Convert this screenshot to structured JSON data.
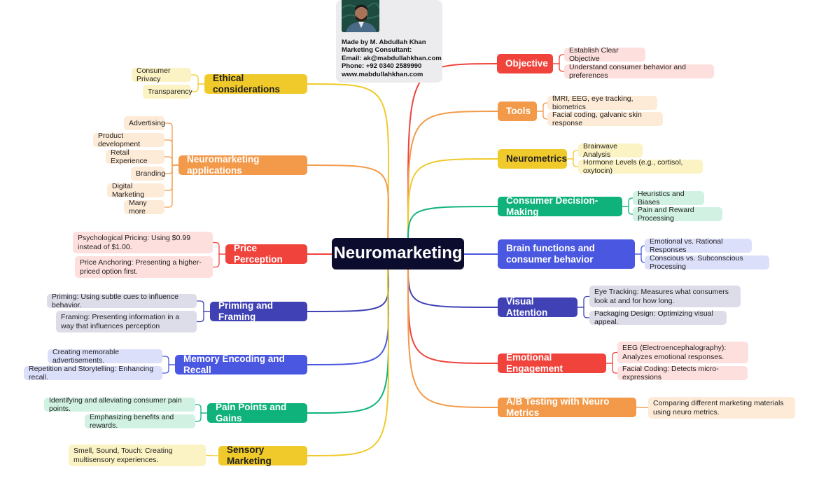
{
  "title": "Neuromarketing",
  "author_card": {
    "photo": "author-photo",
    "lines": [
      "Made by M. Abdullah Khan",
      "Marketing Consultant:",
      "Email: ak@mabdullahkhan.com",
      "Phone: +92 0340 2589990",
      "www.mabdullahkhan.com"
    ]
  },
  "colors": {
    "red": "#f0433c",
    "orange": "#f29a4a",
    "yellow": "#f0ca2a",
    "green": "#10b27c",
    "blue": "#4a57e0",
    "indigo": "#3f41b4",
    "center": "#0c0c2e"
  },
  "branches": [
    {
      "id": "objective",
      "label": "Objective",
      "color": "#f0433c",
      "leafBg": "#fde0de",
      "leaves": [
        "Establish Clear Objective",
        "Understand consumer behavior and preferences"
      ]
    },
    {
      "id": "tools",
      "label": "Tools",
      "color": "#f29a4a",
      "leafBg": "#fdebd8",
      "leaves": [
        "fMRI, EEG, eye tracking, biometrics",
        "Facial coding, galvanic skin response"
      ]
    },
    {
      "id": "neurometrics",
      "label": "Neurometrics",
      "color": "#f0ca2a",
      "leafBg": "#fcf3c4",
      "leaves": [
        "Brainwave Analysis",
        "Hormone Levels (e.g., cortisol, oxytocin)"
      ]
    },
    {
      "id": "consumer-decision-making",
      "label": "Consumer Decision-Making",
      "color": "#10b27c",
      "leafBg": "#d1f1e3",
      "leaves": [
        "Heuristics and Biases",
        "Pain and Reward Processing"
      ]
    },
    {
      "id": "brain-functions",
      "label": "Brain functions and consumer behavior",
      "color": "#4a57e0",
      "leafBg": "#dcdffa",
      "leaves": [
        "Emotional vs. Rational Responses",
        "Conscious vs. Subconscious Processing"
      ]
    },
    {
      "id": "visual-attention",
      "label": "Visual Attention",
      "color": "#3f41b4",
      "leafBg": "#dddce9",
      "leaves": [
        "Eye Tracking: Measures what consumers look at and for how long.",
        "Packaging Design: Optimizing visual appeal."
      ]
    },
    {
      "id": "emotional-engagement",
      "label": "Emotional Engagement",
      "color": "#f0433c",
      "leafBg": "#fde0de",
      "leaves": [
        "EEG (Electroencephalography): Analyzes emotional responses.",
        "Facial Coding: Detects micro-expressions"
      ]
    },
    {
      "id": "ab-testing",
      "label": "A/B Testing with Neuro Metrics",
      "color": "#f29a4a",
      "leafBg": "#fdebd8",
      "leaves": [
        "Comparing different marketing materials using neuro metrics."
      ]
    },
    {
      "id": "ethical-considerations",
      "label": "Ethical considerations",
      "color": "#f0ca2a",
      "leafBg": "#fcf3c4",
      "leaves": [
        "Consumer Privacy",
        "Transparency"
      ]
    },
    {
      "id": "neuromarketing-applications",
      "label": "Neuromarketing applications",
      "color": "#f29a4a",
      "leafBg": "#fdebd8",
      "leaves": [
        "Advertising",
        "Product development",
        "Retail Experience",
        "Branding",
        "Digital Marketing",
        "Many more"
      ]
    },
    {
      "id": "price-perception",
      "label": "Price Perception",
      "color": "#f0433c",
      "leafBg": "#fde0de",
      "leaves": [
        "Psychological Pricing: Using $0.99 instead of $1.00.",
        "Price Anchoring: Presenting a higher-priced option first."
      ]
    },
    {
      "id": "priming-and-framing",
      "label": "Priming and Framing",
      "color": "#3f41b4",
      "leafBg": "#dddce9",
      "leaves": [
        "Priming: Using subtle cues to influence behavior.",
        "Framing: Presenting information in a way that influences perception"
      ]
    },
    {
      "id": "memory-encoding",
      "label": "Memory Encoding and Recall",
      "color": "#4a57e0",
      "leafBg": "#dcdffa",
      "leaves": [
        "Creating memorable advertisements.",
        "Repetition and Storytelling: Enhancing recall."
      ]
    },
    {
      "id": "pain-points",
      "label": "Pain Points and Gains",
      "color": "#10b27c",
      "leafBg": "#d1f1e3",
      "leaves": [
        "Identifying and alleviating consumer pain points.",
        "Emphasizing benefits and rewards."
      ]
    },
    {
      "id": "sensory-marketing",
      "label": "Sensory Marketing",
      "color": "#f0ca2a",
      "leafBg": "#fcf3c4",
      "leaves": [
        "Smell, Sound, Touch: Creating multisensory experiences."
      ]
    }
  ]
}
